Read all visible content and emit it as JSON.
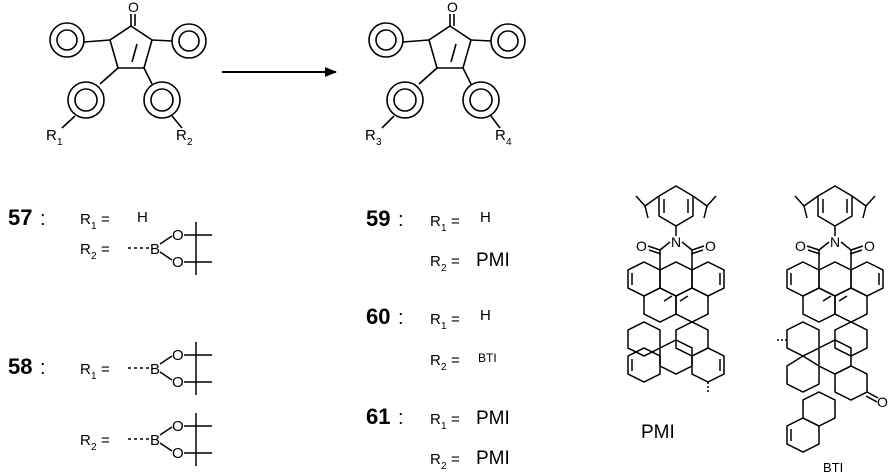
{
  "reactant": {
    "carbonyl_o": "O",
    "r_left_label": "R",
    "r_left_sub": "1",
    "r_right_label": "R",
    "r_right_sub": "2"
  },
  "product": {
    "carbonyl_o": "O",
    "r_left_label": "R",
    "r_left_sub": "3",
    "r_right_label": "R",
    "r_right_sub": "4"
  },
  "compounds": [
    {
      "id": "57",
      "sep": ":",
      "r1": "H",
      "r2": "Bpin"
    },
    {
      "id": "58",
      "sep": ":",
      "r1": "Bpin",
      "r2": "Bpin"
    },
    {
      "id": "59",
      "sep": ":",
      "r1": "H",
      "r2": "PMI"
    },
    {
      "id": "60",
      "sep": ":",
      "r1": "H",
      "r2": "BTI"
    },
    {
      "id": "61",
      "sep": ":",
      "r1": "PMI",
      "r2": "PMI"
    }
  ],
  "row_labels": {
    "r": "R",
    "sub1": "1",
    "sub2": "2",
    "eq": "=",
    "boron": "B",
    "oxygen": "O"
  },
  "structures": {
    "pmi_label": "PMI",
    "bti_label": "BTI",
    "n_atom": "N",
    "o_atom": "O"
  }
}
